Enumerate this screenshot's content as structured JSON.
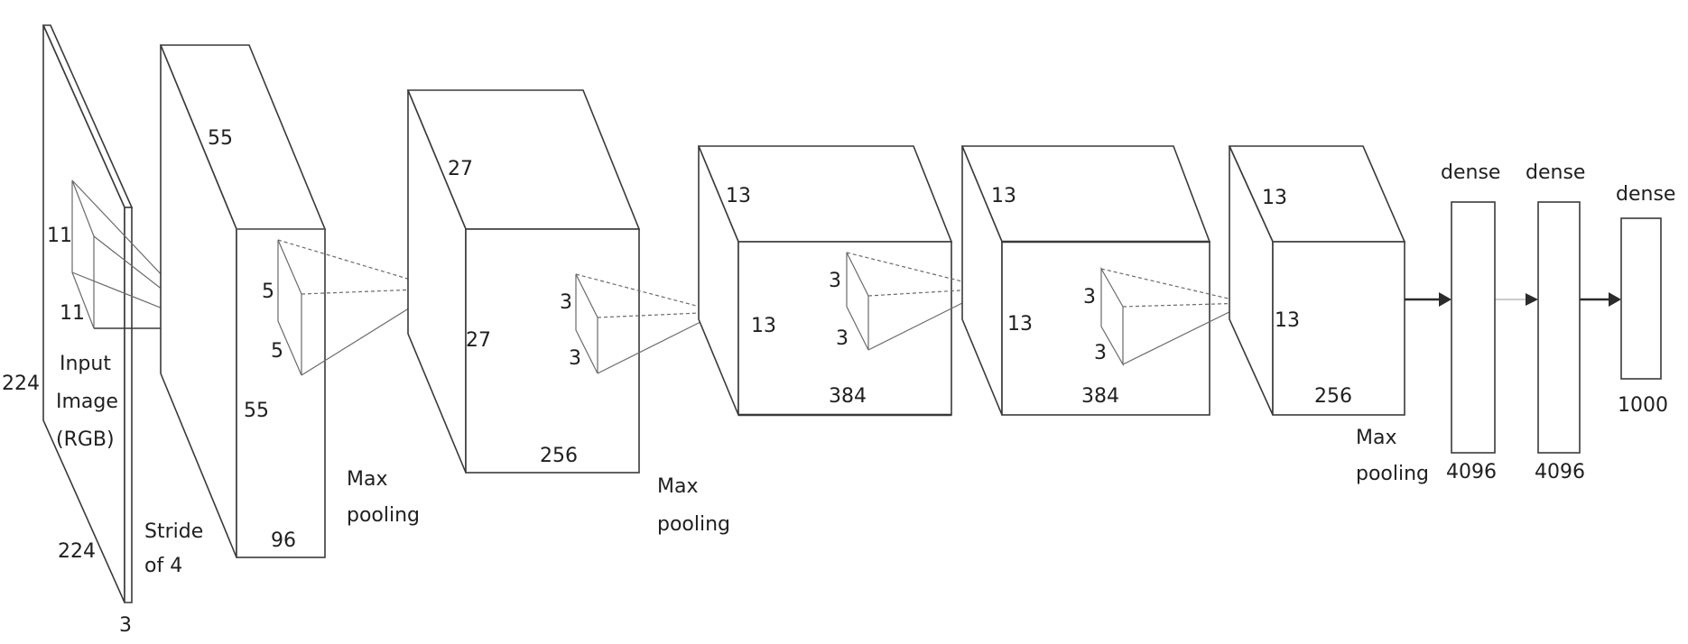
{
  "input": {
    "dims": {
      "height": "224",
      "width": "224",
      "depth": "3"
    },
    "kernel": {
      "h": "11",
      "w": "11"
    },
    "label": [
      "Input",
      "Image",
      "(RGB)"
    ]
  },
  "conv1": {
    "dims": {
      "h": "55",
      "w": "55",
      "depth": "96"
    },
    "kernel": {
      "h": "5",
      "w": "5"
    },
    "stride_label": [
      "Stride",
      "of 4"
    ]
  },
  "pool1": {
    "label": [
      "Max",
      "pooling"
    ]
  },
  "conv2": {
    "dims": {
      "h": "27",
      "w": "27",
      "depth": "256"
    },
    "kernel": {
      "h": "3",
      "w": "3"
    }
  },
  "pool2": {
    "label": [
      "Max",
      "pooling"
    ]
  },
  "conv3": {
    "dims": {
      "h": "13",
      "w": "13",
      "depth": "384"
    },
    "kernel": {
      "h": "3",
      "w": "3"
    }
  },
  "conv4": {
    "dims": {
      "h": "13",
      "w": "13",
      "depth": "384"
    },
    "kernel": {
      "h": "3",
      "w": "3"
    }
  },
  "conv5": {
    "dims": {
      "h": "13",
      "w": "13",
      "depth": "256"
    }
  },
  "pool3": {
    "label": [
      "Max",
      "pooling"
    ]
  },
  "dense": [
    {
      "title": "dense",
      "size": "4096"
    },
    {
      "title": "dense",
      "size": "4096"
    },
    {
      "title": "dense",
      "size": "1000"
    }
  ]
}
